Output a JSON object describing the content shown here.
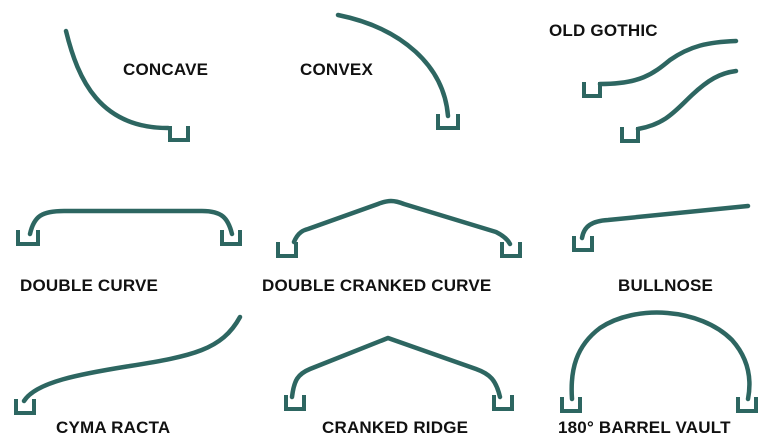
{
  "colors": {
    "profile": "#2d6661",
    "label": "#111111",
    "background": "#ffffff"
  },
  "profiles": [
    {
      "id": "concave",
      "label": "CONCAVE"
    },
    {
      "id": "convex",
      "label": "CONVEX"
    },
    {
      "id": "old-gothic",
      "label": "OLD GOTHIC"
    },
    {
      "id": "double-curve",
      "label": "DOUBLE CURVE"
    },
    {
      "id": "double-cranked-curve",
      "label": "DOUBLE CRANKED CURVE"
    },
    {
      "id": "bullnose",
      "label": "BULLNOSE"
    },
    {
      "id": "cyma-racta",
      "label": "CYMA RACTA"
    },
    {
      "id": "cranked-ridge",
      "label": "CRANKED RIDGE"
    },
    {
      "id": "barrel-vault-180",
      "label": "180° BARREL VAULT"
    }
  ]
}
